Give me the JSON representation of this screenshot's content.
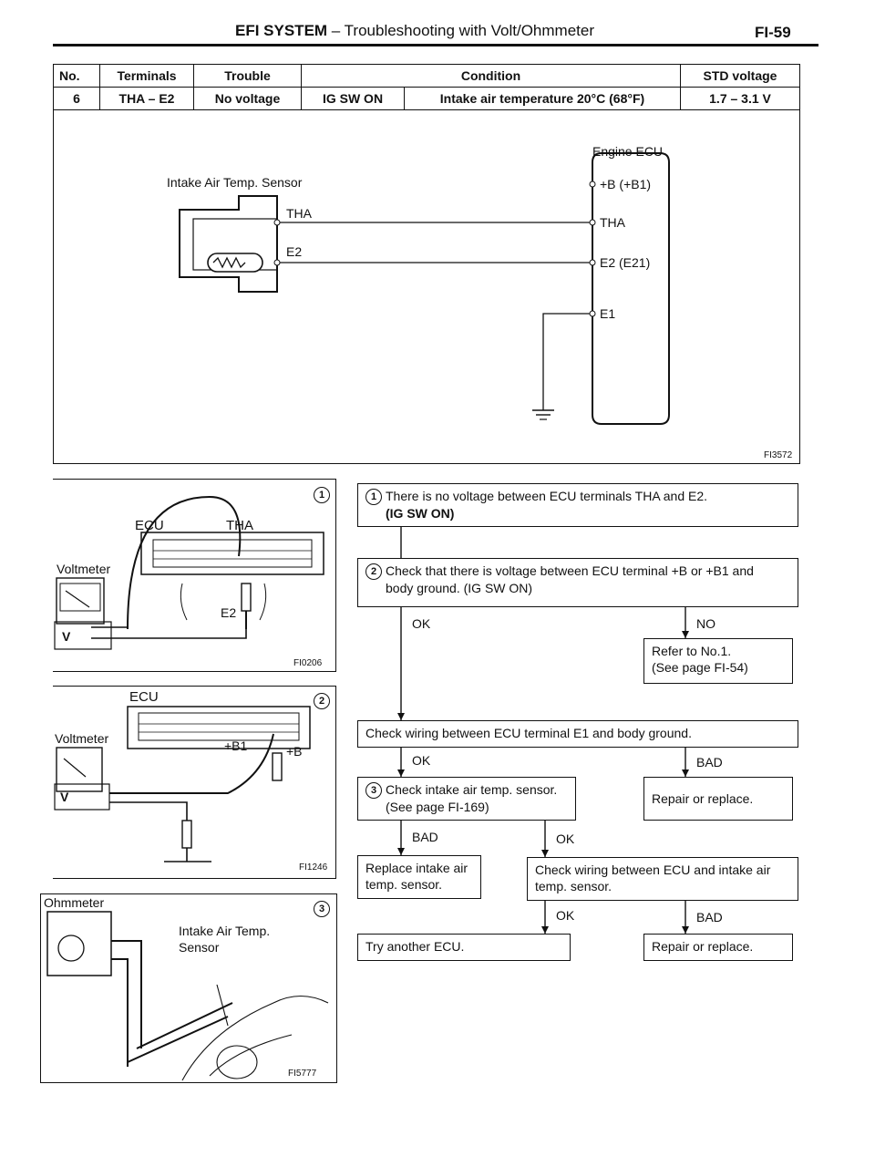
{
  "header": {
    "title_bold": "EFI SYSTEM",
    "title_rest": " – Troubleshooting with Volt/Ohmmeter",
    "page": "FI-59"
  },
  "spec_table": {
    "headers": {
      "no": "No.",
      "terminals": "Terminals",
      "trouble": "Trouble",
      "condition": "Condition",
      "std": "STD voltage"
    },
    "row": {
      "no": "6",
      "terminals": "THA – E2",
      "trouble": "No voltage",
      "cond1": "IG SW ON",
      "cond2": "Intake air temperature 20°C (68°F)",
      "std": "1.7 – 3.1 V"
    }
  },
  "wiring": {
    "sensor_label": "Intake Air Temp. Sensor",
    "ecu_label": "Engine ECU",
    "tha": "THA",
    "e2": "E2",
    "pins": [
      "+B (+B1)",
      "THA",
      "E2 (E21)",
      "E1"
    ],
    "fig": "FI3572"
  },
  "fig1": {
    "num": "1",
    "ecu": "ECU",
    "tha": "THA",
    "e2": "E2",
    "voltmeter": "Voltmeter",
    "v": "V",
    "fig": "FI0206"
  },
  "fig2": {
    "num": "2",
    "ecu": "ECU",
    "voltmeter": "Voltmeter",
    "v": "V",
    "b1": "+B1",
    "b": "+B",
    "fig": "FI1246"
  },
  "fig3": {
    "num": "3",
    "ohmmeter": "Ohmmeter",
    "sensor": "Intake Air Temp. Sensor",
    "fig": "FI5777"
  },
  "flow": {
    "step1_num": "1",
    "step1_line1": "There is no voltage between ECU terminals THA and E2.",
    "step1_line2": "(IG SW ON)",
    "step2_num": "2",
    "step2_line1": "Check that there is voltage between ECU terminal +B or +B1 and",
    "step2_line2": "body ground. (IG SW ON)",
    "ok1": "OK",
    "no1": "NO",
    "refer_line1": "Refer to No.1.",
    "refer_line2": "(See page FI-54)",
    "check_e1": "Check wiring between ECU terminal E1 and body ground.",
    "ok2": "OK",
    "bad2": "BAD",
    "step3_num": "3",
    "step3_line1": "Check intake air temp. sensor.",
    "step3_line2": "(See page FI-169)",
    "repair1": "Repair or replace.",
    "bad3": "BAD",
    "ok3": "OK",
    "replace_line1": "Replace intake air",
    "replace_line2": "temp. sensor.",
    "check_wiring_line1": "Check wiring between ECU and intake air",
    "check_wiring_line2": "temp. sensor.",
    "ok4": "OK",
    "bad4": "BAD",
    "try_ecu": "Try another ECU.",
    "repair2": "Repair or replace."
  }
}
